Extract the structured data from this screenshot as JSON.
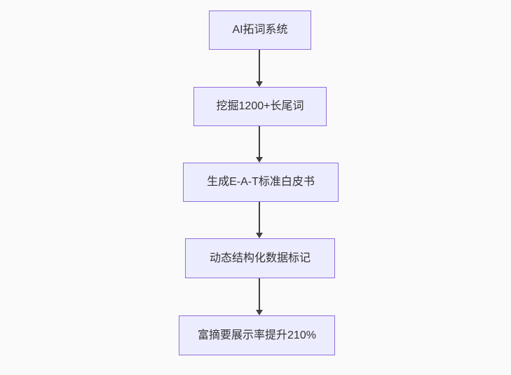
{
  "diagram": {
    "type": "flowchart",
    "direction": "top-down",
    "background_color": "#fafafa",
    "node_fill_color": "#ececff",
    "node_border_color": "#9370db",
    "text_color": "#333333",
    "arrow_color": "#404040",
    "nodes": [
      {
        "id": "n1",
        "label": "AI拓词系统"
      },
      {
        "id": "n2",
        "label": "挖掘1200+长尾词"
      },
      {
        "id": "n3",
        "label": "生成E-A-T标准白皮书"
      },
      {
        "id": "n4",
        "label": "动态结构化数据标记"
      },
      {
        "id": "n5",
        "label": "富摘要展示率提升210%"
      }
    ],
    "edges": [
      {
        "from": "n1",
        "to": "n2"
      },
      {
        "from": "n2",
        "to": "n3"
      },
      {
        "from": "n3",
        "to": "n4"
      },
      {
        "from": "n4",
        "to": "n5"
      }
    ]
  }
}
